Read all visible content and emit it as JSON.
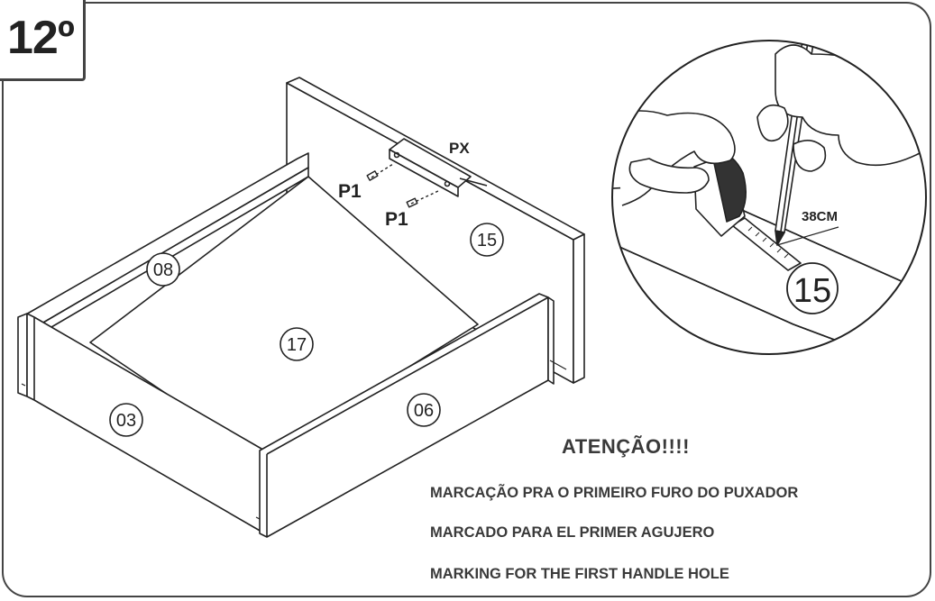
{
  "step": {
    "number": "12º"
  },
  "hardware": {
    "handle_label": "PX",
    "screw_label_1": "P1",
    "screw_label_2": "P1"
  },
  "parts": {
    "back": "08",
    "bottom": "17",
    "left_side": "03",
    "right_side": "06",
    "front": "15"
  },
  "detail": {
    "measurement": "38CM",
    "part": "15"
  },
  "notice": {
    "title": "ATENÇÃO!!!!",
    "line_pt": "MARCAÇÃO PRA O PRIMEIRO FURO DO PUXADOR",
    "line_es": "MARCADO PARA EL PRIMER AGUJERO",
    "line_en": "MARKING FOR THE FIRST HANDLE HOLE"
  }
}
